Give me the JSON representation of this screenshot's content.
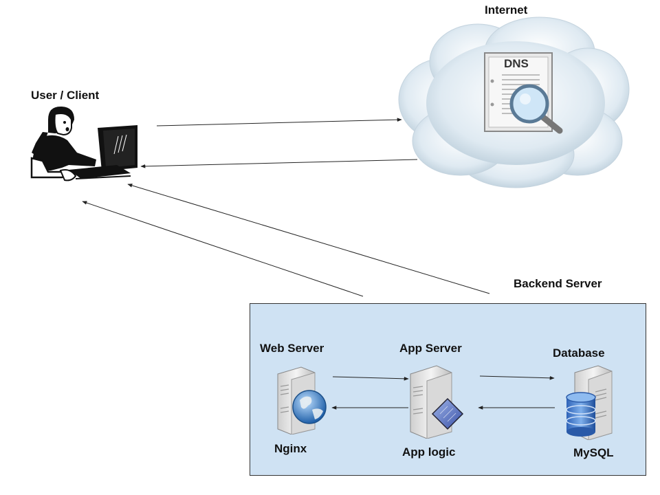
{
  "labels": {
    "internet": "Internet",
    "dns": "DNS",
    "user_client": "User / Client",
    "backend_server": "Backend Server",
    "web_server": "Web Server",
    "app_server": "App Server",
    "database": "Database",
    "nginx": "Nginx",
    "app_logic": "App logic",
    "mysql": "MySQL"
  },
  "colors": {
    "backend_fill": "#cfe2f3",
    "cloud_fill": "#dbe9f3",
    "arrow": "#222222"
  }
}
